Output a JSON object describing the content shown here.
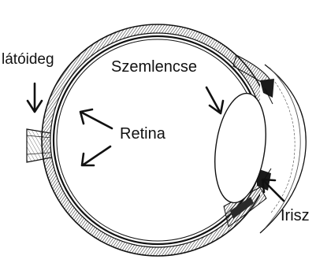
{
  "labels": {
    "optic_nerve": "látóideg",
    "lens": "Szemlencse",
    "retina": "Retina",
    "iris": "Irisz"
  },
  "colors": {
    "ink": "#111111",
    "hatch": "#3a3a3a",
    "background": "#ffffff"
  }
}
